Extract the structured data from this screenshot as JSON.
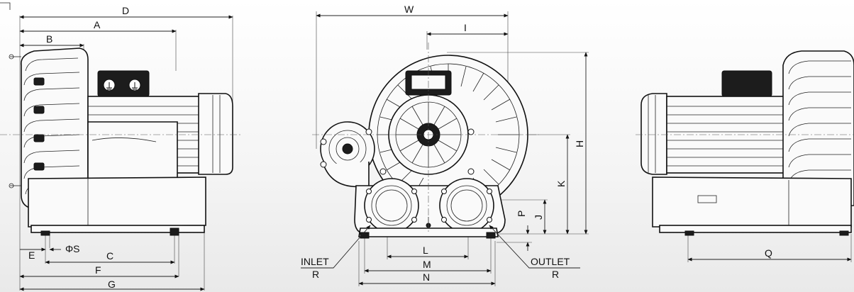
{
  "labels": {
    "D": "D",
    "A": "A",
    "B": "B",
    "E": "E",
    "PhiS": "ΦS",
    "C": "C",
    "F": "F",
    "G": "G",
    "W": "W",
    "I": "I",
    "H": "H",
    "K": "K",
    "J": "J",
    "P": "P",
    "L": "L",
    "M": "M",
    "N": "N",
    "INLET": "INLET",
    "R_inlet": "R",
    "OUTLET": "OUTLET",
    "R_outlet": "R",
    "Q": "Q"
  },
  "colors": {
    "line": "#111111",
    "dark": "#1c1c1c",
    "background": "#f4f4f4"
  },
  "icons": [
    "terminal-box-icon",
    "ground-symbol-icon",
    "fan-impeller-icon"
  ]
}
